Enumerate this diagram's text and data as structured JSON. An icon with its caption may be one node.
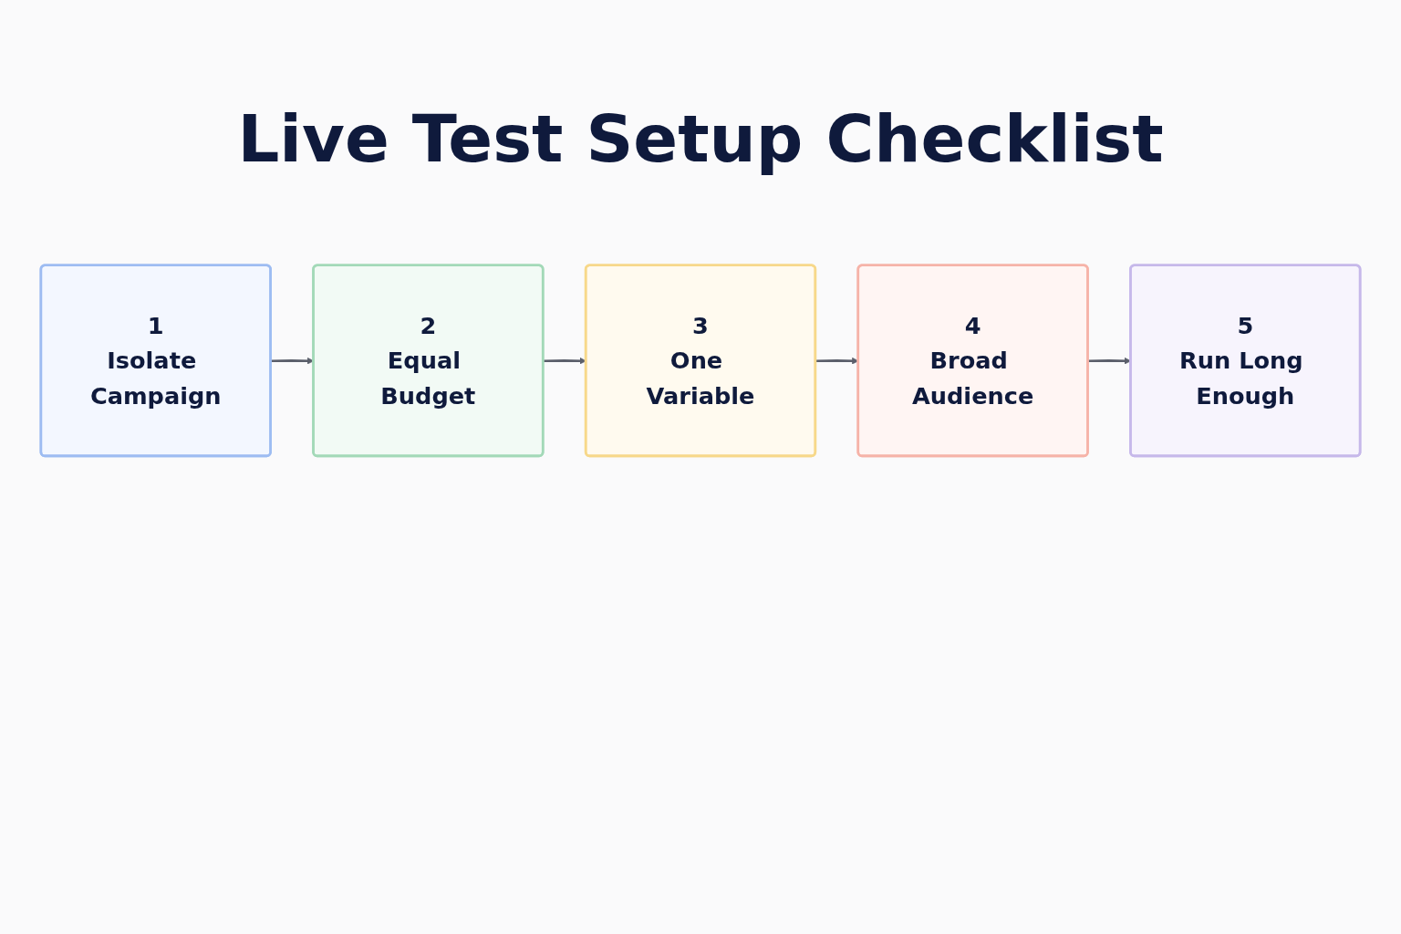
{
  "diagram": {
    "title": "Live Test Setup Checklist",
    "nodes": [
      {
        "text": [
          "1",
          "Isolate Campaign"
        ]
      },
      {
        "text": [
          "2",
          "Equal Budget"
        ]
      },
      {
        "text": [
          "3",
          "One Variable"
        ]
      },
      {
        "text": [
          "4",
          "Broad Audience"
        ]
      },
      {
        "text": [
          "5",
          "Run Long Enough"
        ]
      }
    ],
    "edges": [
      {
        "from": 0,
        "to": 1,
        "arrow": "to"
      },
      {
        "from": 1,
        "to": 2,
        "arrow": "to"
      },
      {
        "from": 2,
        "to": 3,
        "arrow": "to"
      },
      {
        "from": 3,
        "to": 4,
        "arrow": "to"
      }
    ]
  }
}
